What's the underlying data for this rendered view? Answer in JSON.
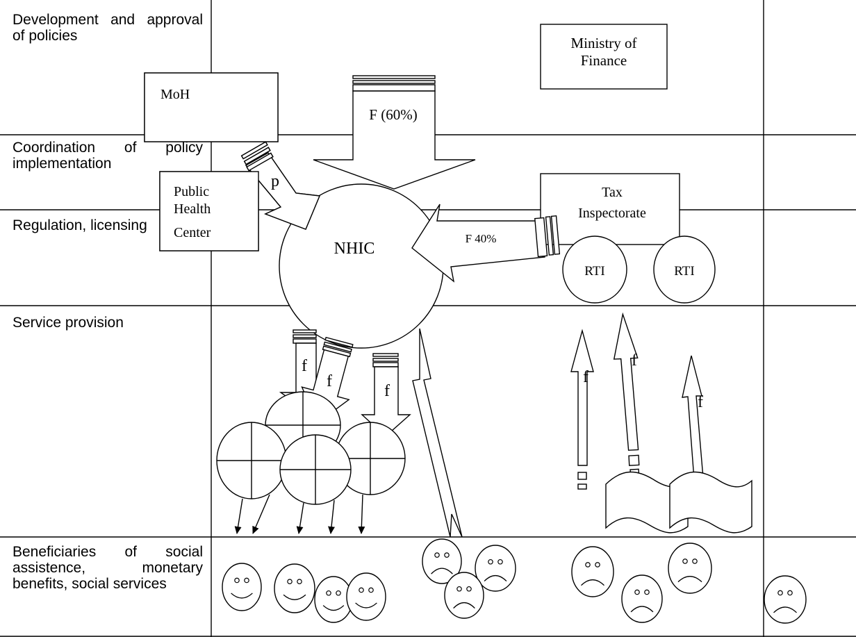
{
  "rows": [
    {
      "label": "Development and approval of policies"
    },
    {
      "label": "Coordination of policy implementation"
    },
    {
      "label": "Regulation, licensing"
    },
    {
      "label": "Service provision"
    },
    {
      "label": "Beneficiaries of social assistence, monetary benefits, social services"
    }
  ],
  "nodes": {
    "ministry_of_finance": [
      "Ministry of",
      "Finance"
    ],
    "moh": "MoH",
    "public_health_center": [
      "Public",
      "Health",
      "Center"
    ],
    "tax_inspectorate": [
      "Tax",
      "Inspectorate"
    ],
    "nhic": "NHIC",
    "rti": "RTI"
  },
  "flows": {
    "finance_share_label": "F (60%)",
    "tax_share_label": "F 40%",
    "policy_label": "p",
    "provider_funding_label": "f"
  },
  "icons": {
    "provider": "circle-cross-icon",
    "satisfied": "smiley-face-icon",
    "unsatisfied": "frowning-face-icon",
    "document": "wavy-document-icon"
  }
}
